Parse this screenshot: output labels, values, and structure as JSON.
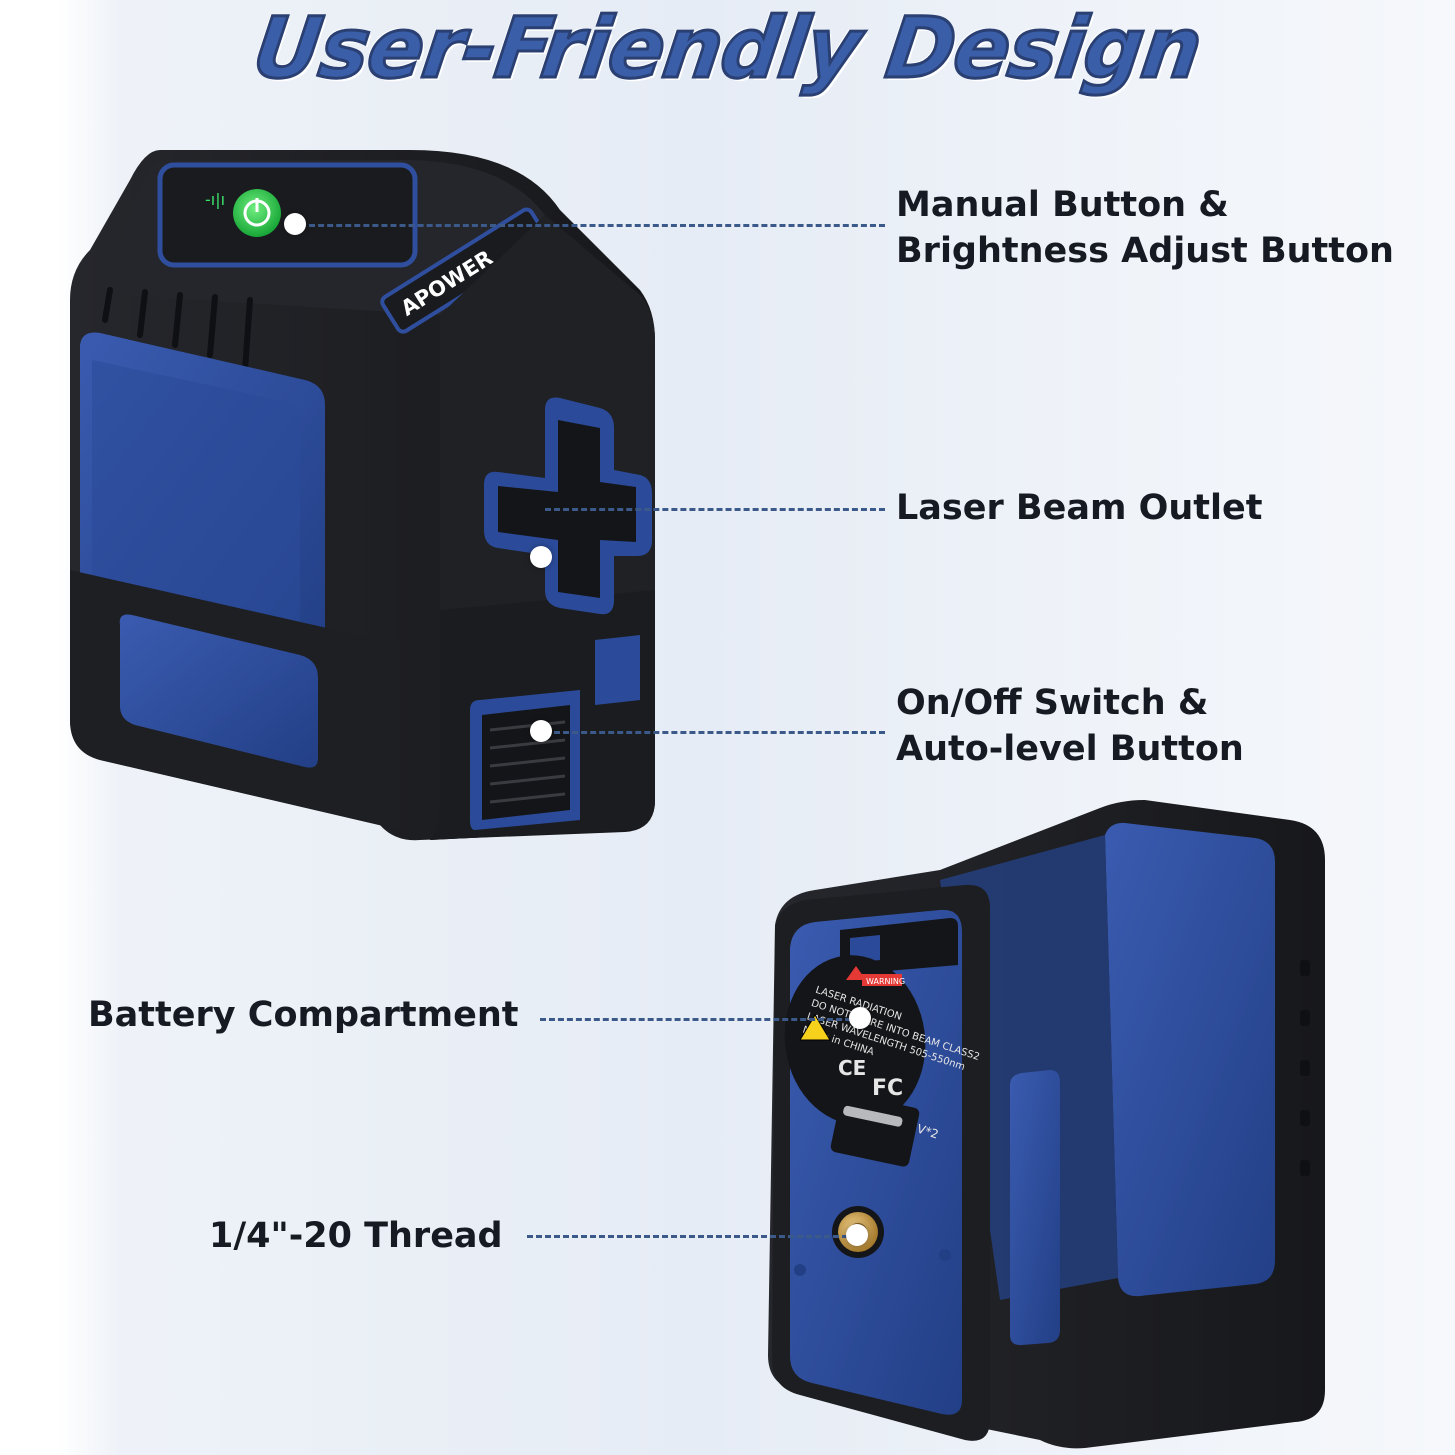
{
  "title": "User-Friendly Design",
  "callouts": {
    "manual_button": {
      "line1": "Manual Button &",
      "line2": "Brightness Adjust Button"
    },
    "laser_outlet": {
      "line1": "Laser Beam Outlet"
    },
    "onoff_switch": {
      "line1": "On/Off Switch &",
      "line2": "Auto-level Button"
    },
    "battery": {
      "line1": "Battery Compartment"
    },
    "thread": {
      "line1": "1/4\"-20 Thread"
    }
  },
  "product": {
    "brand": "APOWER",
    "warning_label": [
      "LASER RADIATION",
      "DO NOT STARE INTO BEAM CLASS2",
      "LASER WAVELENGTH 505-550nm",
      "Made in CHINA"
    ],
    "battery_spec": "AA 1.5V*2"
  },
  "colors": {
    "title": "#3b5ea9",
    "device_blue": "#2b4b9a",
    "device_black": "#1c1d21",
    "power_green": "#2ecc52",
    "callout_line": "#3b5a8a"
  }
}
